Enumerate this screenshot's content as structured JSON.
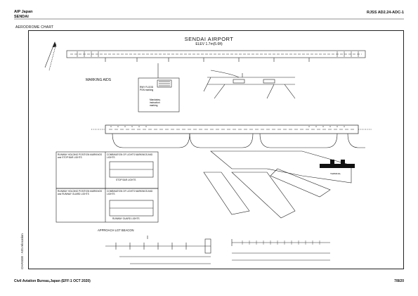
{
  "header": {
    "publication": "AIP Japan",
    "location": "SENDAI",
    "doc_id": "RJSS AD2.24-ADC-1"
  },
  "chart": {
    "title": "AERODROME CHART",
    "airport_name": "SENDAI AIRPORT",
    "elevation": "ELEV 1.7m(5.6ft)"
  },
  "labels": {
    "marking_aids": "MARKING AIDS",
    "approach_beacon": "APPROACH LGT BEACON",
    "change_note": "CHANGE : AIS relocation",
    "rwy_holding_1": "RUNWAY HOLDING POSITION MARKINGS and STOP BAR LIGHTS",
    "rwy_holding_2": "RUNWAY HOLDING POSITION MARKINGS and RUNWAY GUARD LIGHTS",
    "combination_1": "COMBINATION OF LIGHTS MARKINGS AND LIGHTS",
    "combination_2": "COMBINATION OF LIGHTS MARKINGS AND LIGHTS",
    "rwy_flood": "RWY FLOOD PGN marking",
    "mandatory": "Mandatory instruction marking",
    "terminal": "TERMINAL",
    "stop_bar": "STOP BAR LIGHTS",
    "runway_guard": "RUNWAY GUARD LIGHTS"
  },
  "footer": {
    "publisher": "Civil Aviation Bureau,Japan (EFF:1 OCT 2020)",
    "page": "7/8/20"
  }
}
